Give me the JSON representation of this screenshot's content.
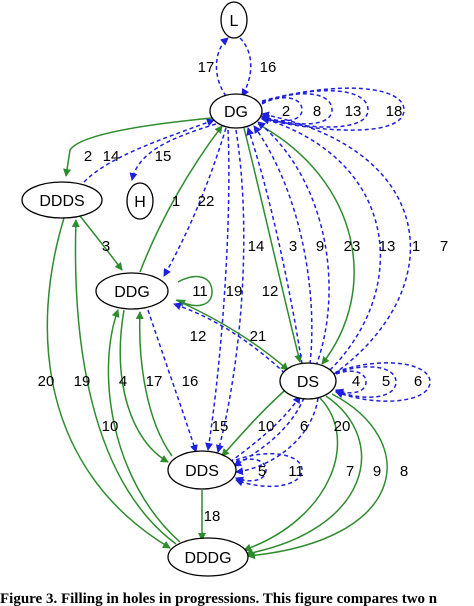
{
  "diagram": {
    "colors": {
      "green": "#2e8b2e",
      "blue": "#1f1fe0",
      "stroke": "#000000"
    },
    "nodes": {
      "L": "L",
      "DG": "DG",
      "DDDS": "DDDS",
      "H": "H",
      "DDG": "DDG",
      "DS": "DS",
      "DDS": "DDS",
      "DDDG": "DDDG"
    },
    "edge_labels": [
      "17",
      "16",
      "2",
      "8",
      "13",
      "18",
      "2",
      "14",
      "15",
      "1",
      "22",
      "3",
      "11",
      "19",
      "12",
      "14",
      "3",
      "9",
      "23",
      "13",
      "1",
      "7",
      "12",
      "21",
      "4",
      "5",
      "6",
      "20",
      "19",
      "4",
      "17",
      "16",
      "10",
      "15",
      "10",
      "6",
      "20",
      "5",
      "11",
      "7",
      "9",
      "8",
      "18"
    ]
  },
  "caption": "Figure 3. Filling in holes in progressions. This figure compares two n"
}
